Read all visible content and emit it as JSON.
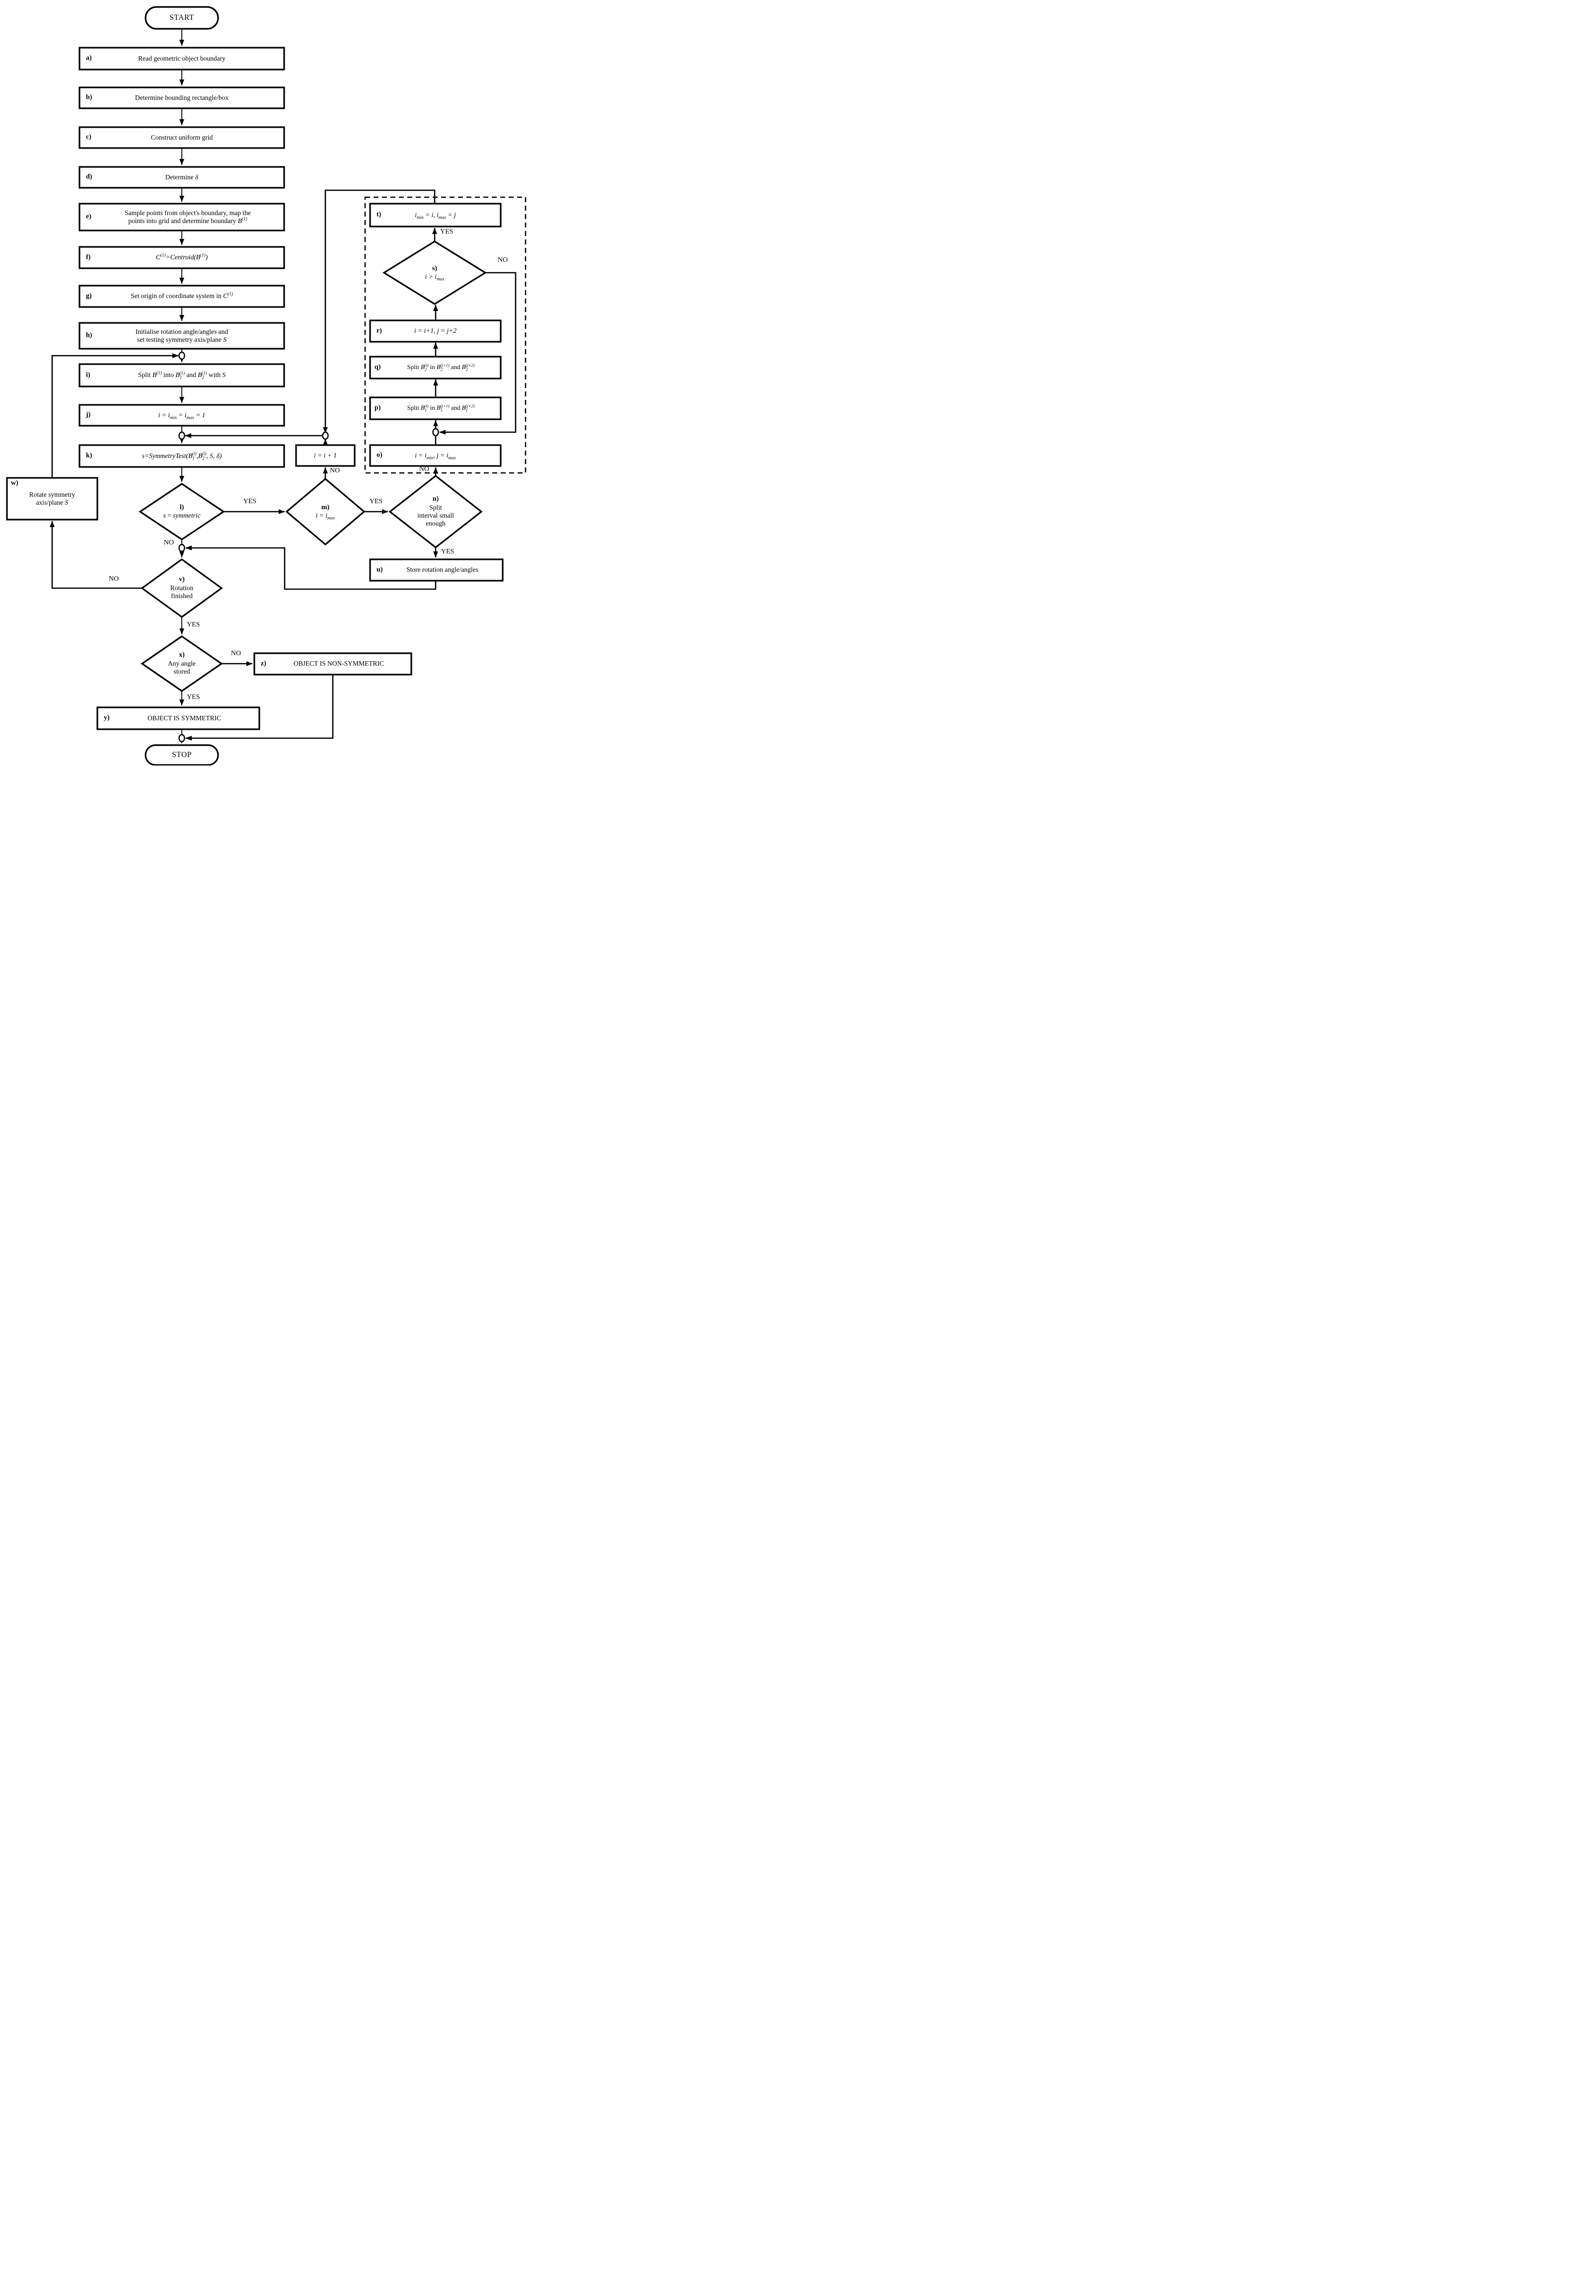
{
  "terminals": {
    "start": "START",
    "stop": "STOP"
  },
  "edge_labels": {
    "yes": "YES",
    "no": "NO"
  },
  "nodes": {
    "a": {
      "letter": "a)",
      "text": "Read geometric object boundary"
    },
    "b": {
      "letter": "b)",
      "text": "Determine bounding rectangle/box"
    },
    "c": {
      "letter": "c)",
      "text": "Construct uniform grid"
    },
    "d": {
      "letter": "d)",
      "parts": [
        {
          "n": "Determine "
        },
        {
          "i": "δ"
        }
      ]
    },
    "e": {
      "letter": "e)",
      "line1": "Sample points from object's boundary, map the",
      "line2_parts": [
        {
          "n": "points into grid and determine boundary "
        },
        {
          "i": "B"
        },
        {
          "sup": "(1)"
        }
      ]
    },
    "f": {
      "letter": "f)",
      "parts": [
        {
          "i": "C"
        },
        {
          "sup": "(1)"
        },
        {
          "i": "=Centroid(B"
        },
        {
          "sup": "(1)"
        },
        {
          "i": ")"
        }
      ]
    },
    "g": {
      "letter": "g)",
      "parts": [
        {
          "n": "Set origin of coordinate system in "
        },
        {
          "i": "C"
        },
        {
          "sup": "(1)"
        }
      ]
    },
    "h": {
      "letter": "h)",
      "line1": "Initialise rotation angle/angles and",
      "line2_parts": [
        {
          "n": "set testing symmetry axis/plane "
        },
        {
          "i": "S"
        }
      ]
    },
    "i": {
      "letter": "i)",
      "parts": [
        {
          "n": "Split "
        },
        {
          "i": "B"
        },
        {
          "sup": "(1)"
        },
        {
          "n": " into "
        },
        {
          "i": "B"
        },
        {
          "sub": "1"
        },
        {
          "sups": "(1)"
        },
        {
          "n": " and "
        },
        {
          "i": "B"
        },
        {
          "sub": "2"
        },
        {
          "sups": "(1)"
        },
        {
          "n": " with "
        },
        {
          "i": "S"
        }
      ]
    },
    "j": {
      "letter": "j)",
      "parts": [
        {
          "i": "i = i"
        },
        {
          "sub": "min"
        },
        {
          "i": " = i"
        },
        {
          "sub": "max"
        },
        {
          "i": " = 1"
        }
      ]
    },
    "k": {
      "letter": "k)",
      "parts": [
        {
          "i": "s=SymmetryTest(B"
        },
        {
          "sub": "1"
        },
        {
          "sups": "(i)"
        },
        {
          "i": ",B"
        },
        {
          "sub": "2"
        },
        {
          "sups": "(i)"
        },
        {
          "i": ", S, δ)"
        }
      ]
    },
    "l": {
      "letter": "l)",
      "parts": [
        {
          "i": "s"
        },
        {
          "n": " = "
        },
        {
          "i": "symmetric"
        }
      ]
    },
    "m": {
      "letter": "m)",
      "parts": [
        {
          "i": "i = i"
        },
        {
          "sub": "max"
        }
      ]
    },
    "n": {
      "letter": "n)",
      "lines": [
        "Split",
        "interval small",
        "enough"
      ]
    },
    "o": {
      "letter": "o)",
      "parts": [
        {
          "i": "i = i"
        },
        {
          "sub": "min"
        },
        {
          "i": ", j = i"
        },
        {
          "sub": "max"
        }
      ]
    },
    "p": {
      "letter": "p)",
      "parts": [
        {
          "n": "Split "
        },
        {
          "i": "B"
        },
        {
          "sub": "1"
        },
        {
          "sups": "(i)"
        },
        {
          "n": " in "
        },
        {
          "i": "B"
        },
        {
          "sub": "1"
        },
        {
          "sups": "(j+1)"
        },
        {
          "n": " and "
        },
        {
          "i": "B"
        },
        {
          "sub": "1"
        },
        {
          "sups": "(j+2)"
        }
      ]
    },
    "q": {
      "letter": "q)",
      "parts": [
        {
          "n": "Split "
        },
        {
          "i": "B"
        },
        {
          "sub": "2"
        },
        {
          "sups": "(i)"
        },
        {
          "n": " in "
        },
        {
          "i": "B"
        },
        {
          "sub": "2"
        },
        {
          "sups": "(j+1)"
        },
        {
          "n": " and "
        },
        {
          "i": "B"
        },
        {
          "sub": "2"
        },
        {
          "sups": "(j+2)"
        }
      ]
    },
    "r": {
      "letter": "r)",
      "parts": [
        {
          "i": "i = i+1, j = j+2"
        }
      ]
    },
    "s": {
      "letter": "s)",
      "parts": [
        {
          "i": "i > i"
        },
        {
          "sub": "max"
        }
      ]
    },
    "t": {
      "letter": "t)",
      "parts": [
        {
          "i": "i"
        },
        {
          "sub": "min"
        },
        {
          "i": " = i, i"
        },
        {
          "sub": "max"
        },
        {
          "i": " = j"
        }
      ]
    },
    "u": {
      "letter": "u)",
      "text": "Store rotation angle/angles"
    },
    "v": {
      "letter": "v)",
      "lines": [
        "Rotation",
        "finished"
      ]
    },
    "w": {
      "letter": "w)",
      "line1": "Rotate symmetry",
      "line2_parts": [
        {
          "n": "axis/plane "
        },
        {
          "i": "S"
        }
      ]
    },
    "x": {
      "letter": "x)",
      "lines": [
        "Any angle",
        "stored"
      ]
    },
    "y": {
      "letter": "y)",
      "text": "OBJECT IS SYMMETRIC"
    },
    "z": {
      "letter": "z)",
      "text": "OBJECT IS NON-SYMMETRIC"
    },
    "iplus": {
      "parts": [
        {
          "i": "i = i + 1"
        }
      ]
    }
  }
}
